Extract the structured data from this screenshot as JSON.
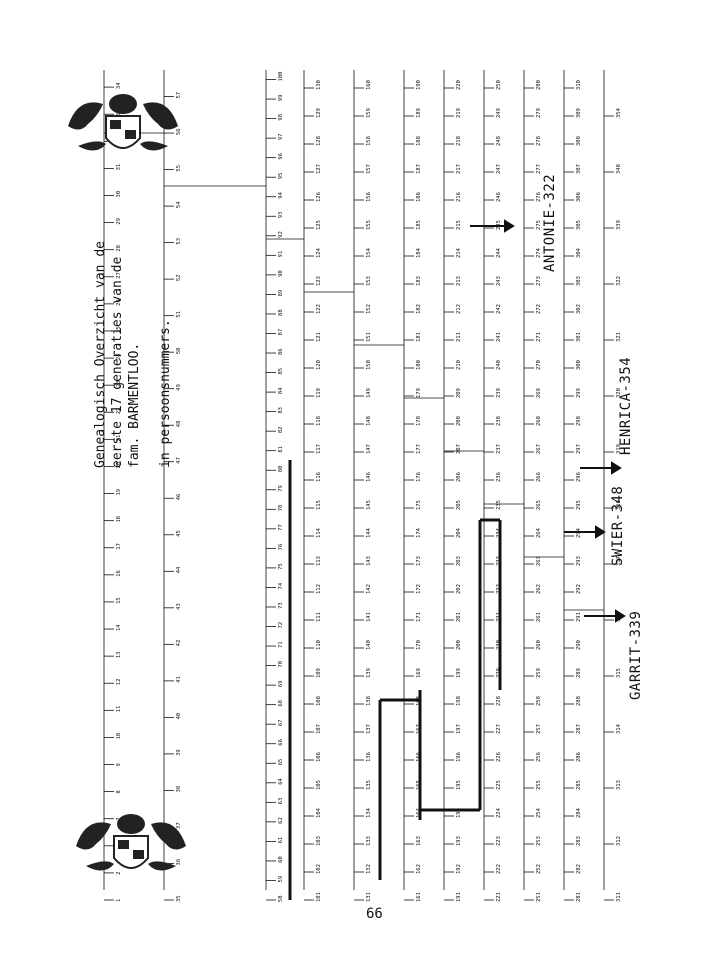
{
  "document": {
    "title_lines": [
      "Genealogisch Overzicht van de",
      "eerste 17 generaties van de",
      "fam. BARMENTLOO."
    ],
    "subtitle": "in persoonsnummers.",
    "page_number": "66",
    "markers": {
      "antonie": "ANTONIE-322",
      "henrica": "HENRICA-354",
      "swier": "SWIER-348",
      "garrit": "GARRIT-339"
    },
    "crest_top_icon": "coat-of-arms-icon",
    "crest_bottom_icon": "coat-of-arms-icon"
  },
  "tree_numbers": {
    "col1": [
      "1",
      "2",
      "4",
      "7",
      "8",
      "9",
      "10",
      "11",
      "12",
      "13",
      "14",
      "15",
      "16",
      "17",
      "18",
      "19",
      "20",
      "21",
      "22",
      "23",
      "24",
      "25",
      "26",
      "27",
      "28",
      "29",
      "30",
      "31",
      "32",
      "33",
      "34"
    ],
    "col2": [
      "35",
      "36",
      "37",
      "38",
      "39",
      "40",
      "41",
      "42",
      "43",
      "44",
      "45",
      "46",
      "47",
      "48",
      "49",
      "50",
      "51",
      "52",
      "53",
      "54",
      "55",
      "56",
      "57"
    ],
    "col3": [
      "58",
      "59",
      "60",
      "61",
      "62",
      "63",
      "64",
      "65",
      "66",
      "67",
      "68",
      "69",
      "70",
      "71",
      "72",
      "73",
      "74",
      "75",
      "76",
      "77",
      "78",
      "79",
      "80",
      "81",
      "82",
      "83",
      "84",
      "85",
      "86",
      "87",
      "88",
      "89",
      "90",
      "91",
      "92",
      "93",
      "94",
      "95",
      "96",
      "97",
      "98",
      "99",
      "100"
    ],
    "col4": [
      "101",
      "102",
      "103",
      "104",
      "105",
      "106",
      "107",
      "108",
      "109",
      "110",
      "111",
      "112",
      "113",
      "114",
      "115",
      "116",
      "117",
      "118",
      "119",
      "120",
      "121",
      "122",
      "123",
      "124",
      "125",
      "126",
      "127",
      "128",
      "129",
      "130"
    ],
    "col5": [
      "131",
      "132",
      "133",
      "134",
      "135",
      "136",
      "137",
      "138",
      "139",
      "140",
      "141",
      "142",
      "143",
      "144",
      "145",
      "146",
      "147",
      "148",
      "149",
      "150",
      "151",
      "152",
      "153",
      "154",
      "155",
      "156",
      "157",
      "158",
      "159",
      "160"
    ],
    "col6": [
      "161",
      "162",
      "163",
      "164",
      "165",
      "166",
      "167",
      "168",
      "169",
      "170",
      "171",
      "172",
      "173",
      "174",
      "175",
      "176",
      "177",
      "178",
      "179",
      "180",
      "181",
      "182",
      "183",
      "184",
      "185",
      "186",
      "187",
      "188",
      "189",
      "190"
    ],
    "col7": [
      "191",
      "192",
      "193",
      "194",
      "195",
      "196",
      "197",
      "198",
      "199",
      "200",
      "201",
      "202",
      "203",
      "204",
      "205",
      "206",
      "207",
      "208",
      "209",
      "210",
      "211",
      "212",
      "213",
      "214",
      "215",
      "216",
      "217",
      "218",
      "219",
      "220"
    ],
    "col8": [
      "221",
      "222",
      "223",
      "224",
      "225",
      "226",
      "227",
      "228",
      "229",
      "230",
      "231",
      "232",
      "233",
      "234",
      "235",
      "236",
      "237",
      "238",
      "239",
      "240",
      "241",
      "242",
      "243",
      "244",
      "245",
      "246",
      "247",
      "248",
      "249",
      "250"
    ],
    "col9": [
      "251",
      "252",
      "253",
      "254",
      "255",
      "256",
      "257",
      "258",
      "259",
      "260",
      "261",
      "262",
      "263",
      "264",
      "265",
      "266",
      "267",
      "268",
      "269",
      "270",
      "271",
      "272",
      "273",
      "274",
      "275",
      "276",
      "277",
      "278",
      "279",
      "280"
    ],
    "col10": [
      "281",
      "282",
      "283",
      "284",
      "285",
      "286",
      "287",
      "288",
      "289",
      "290",
      "291",
      "292",
      "293",
      "294",
      "295",
      "296",
      "297",
      "298",
      "299",
      "300",
      "301",
      "302",
      "303",
      "304",
      "305",
      "306",
      "307",
      "308",
      "309",
      "310"
    ],
    "col11": [
      "311",
      "312",
      "313",
      "314",
      "315",
      "316",
      "317",
      "318",
      "319",
      "320",
      "321",
      "322",
      "339",
      "348",
      "354"
    ]
  }
}
